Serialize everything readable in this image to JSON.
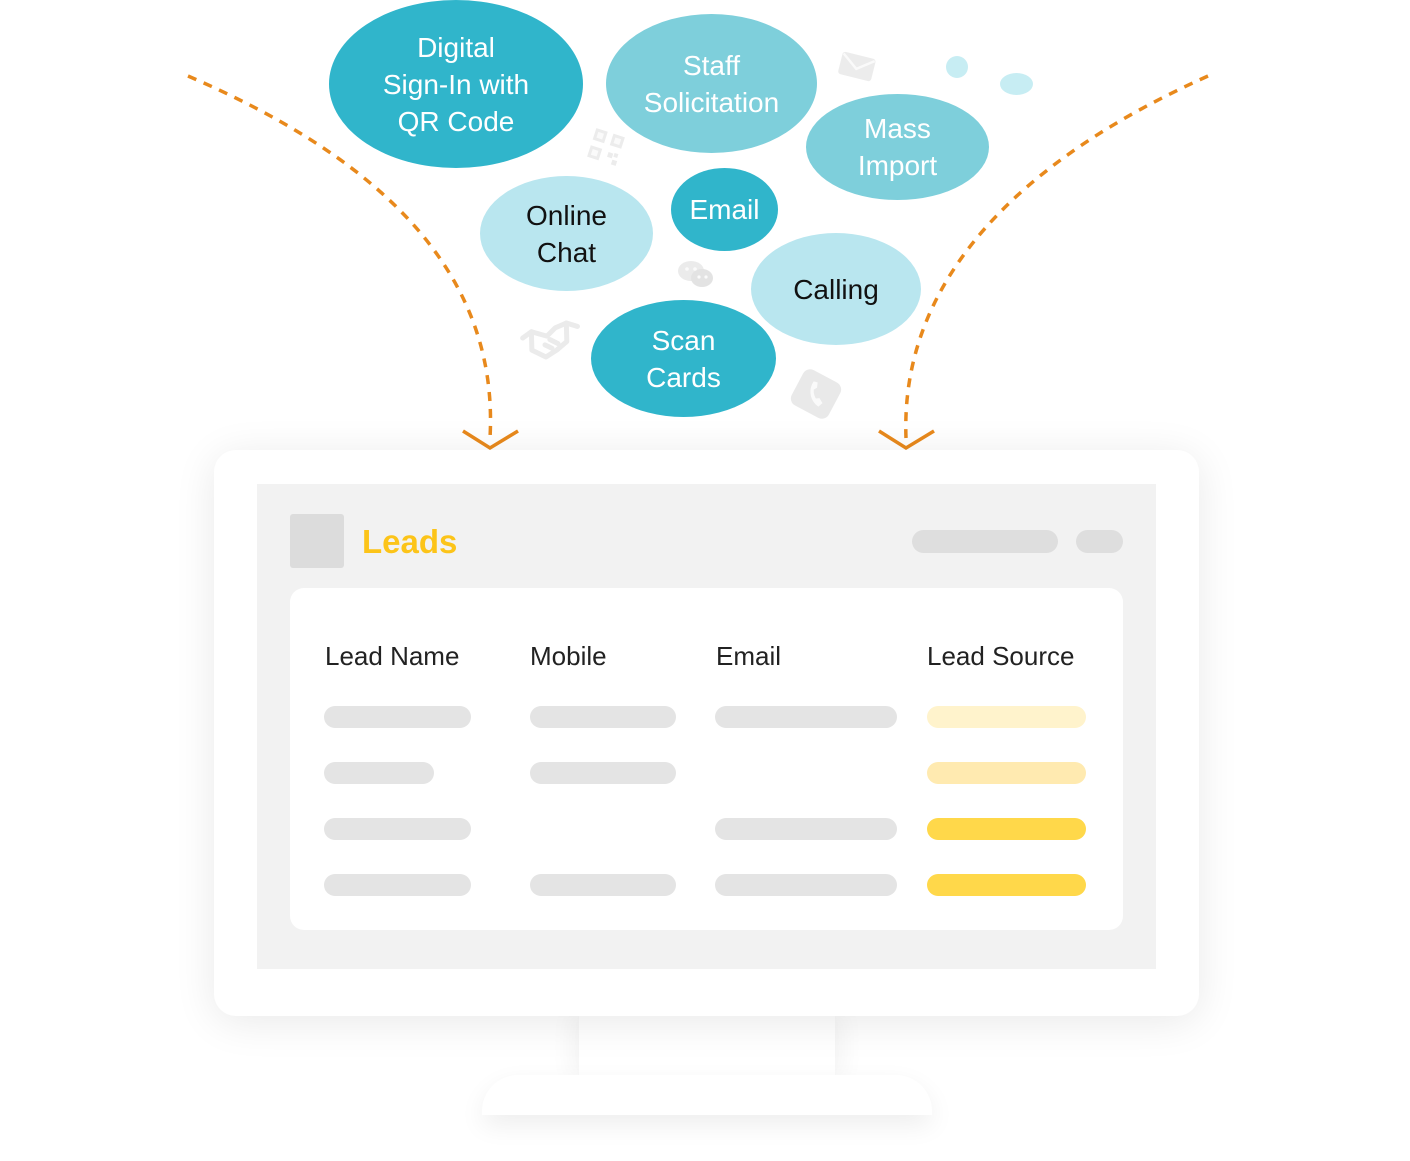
{
  "sources": [
    {
      "label": "Digital\nSign-In with\nQR Code",
      "color": "#30b5cb",
      "text_color": "#ffffff"
    },
    {
      "label": "Staff\nSolicitation",
      "color": "#7ecfdb",
      "text_color": "#ffffff"
    },
    {
      "label": "Mass\nImport",
      "color": "#7ecfdb",
      "text_color": "#ffffff"
    },
    {
      "label": "Online\nChat",
      "color": "#b9e6ef",
      "text_color": "#111111"
    },
    {
      "label": "Email",
      "color": "#30b5cb",
      "text_color": "#ffffff"
    },
    {
      "label": "Calling",
      "color": "#b9e6ef",
      "text_color": "#111111"
    },
    {
      "label": "Scan\nCards",
      "color": "#30b5cb",
      "text_color": "#ffffff"
    }
  ],
  "decorations": [
    "envelope-icon",
    "qr-code-icon",
    "wechat-icon",
    "handshake-icon",
    "phone-icon",
    "dot-icon",
    "dot-icon"
  ],
  "arrow_color": "#e8891c",
  "leads": {
    "title": "Leads",
    "title_color": "#fcc419",
    "columns": [
      "Lead Name",
      "Mobile",
      "Email",
      "Lead Source"
    ]
  }
}
